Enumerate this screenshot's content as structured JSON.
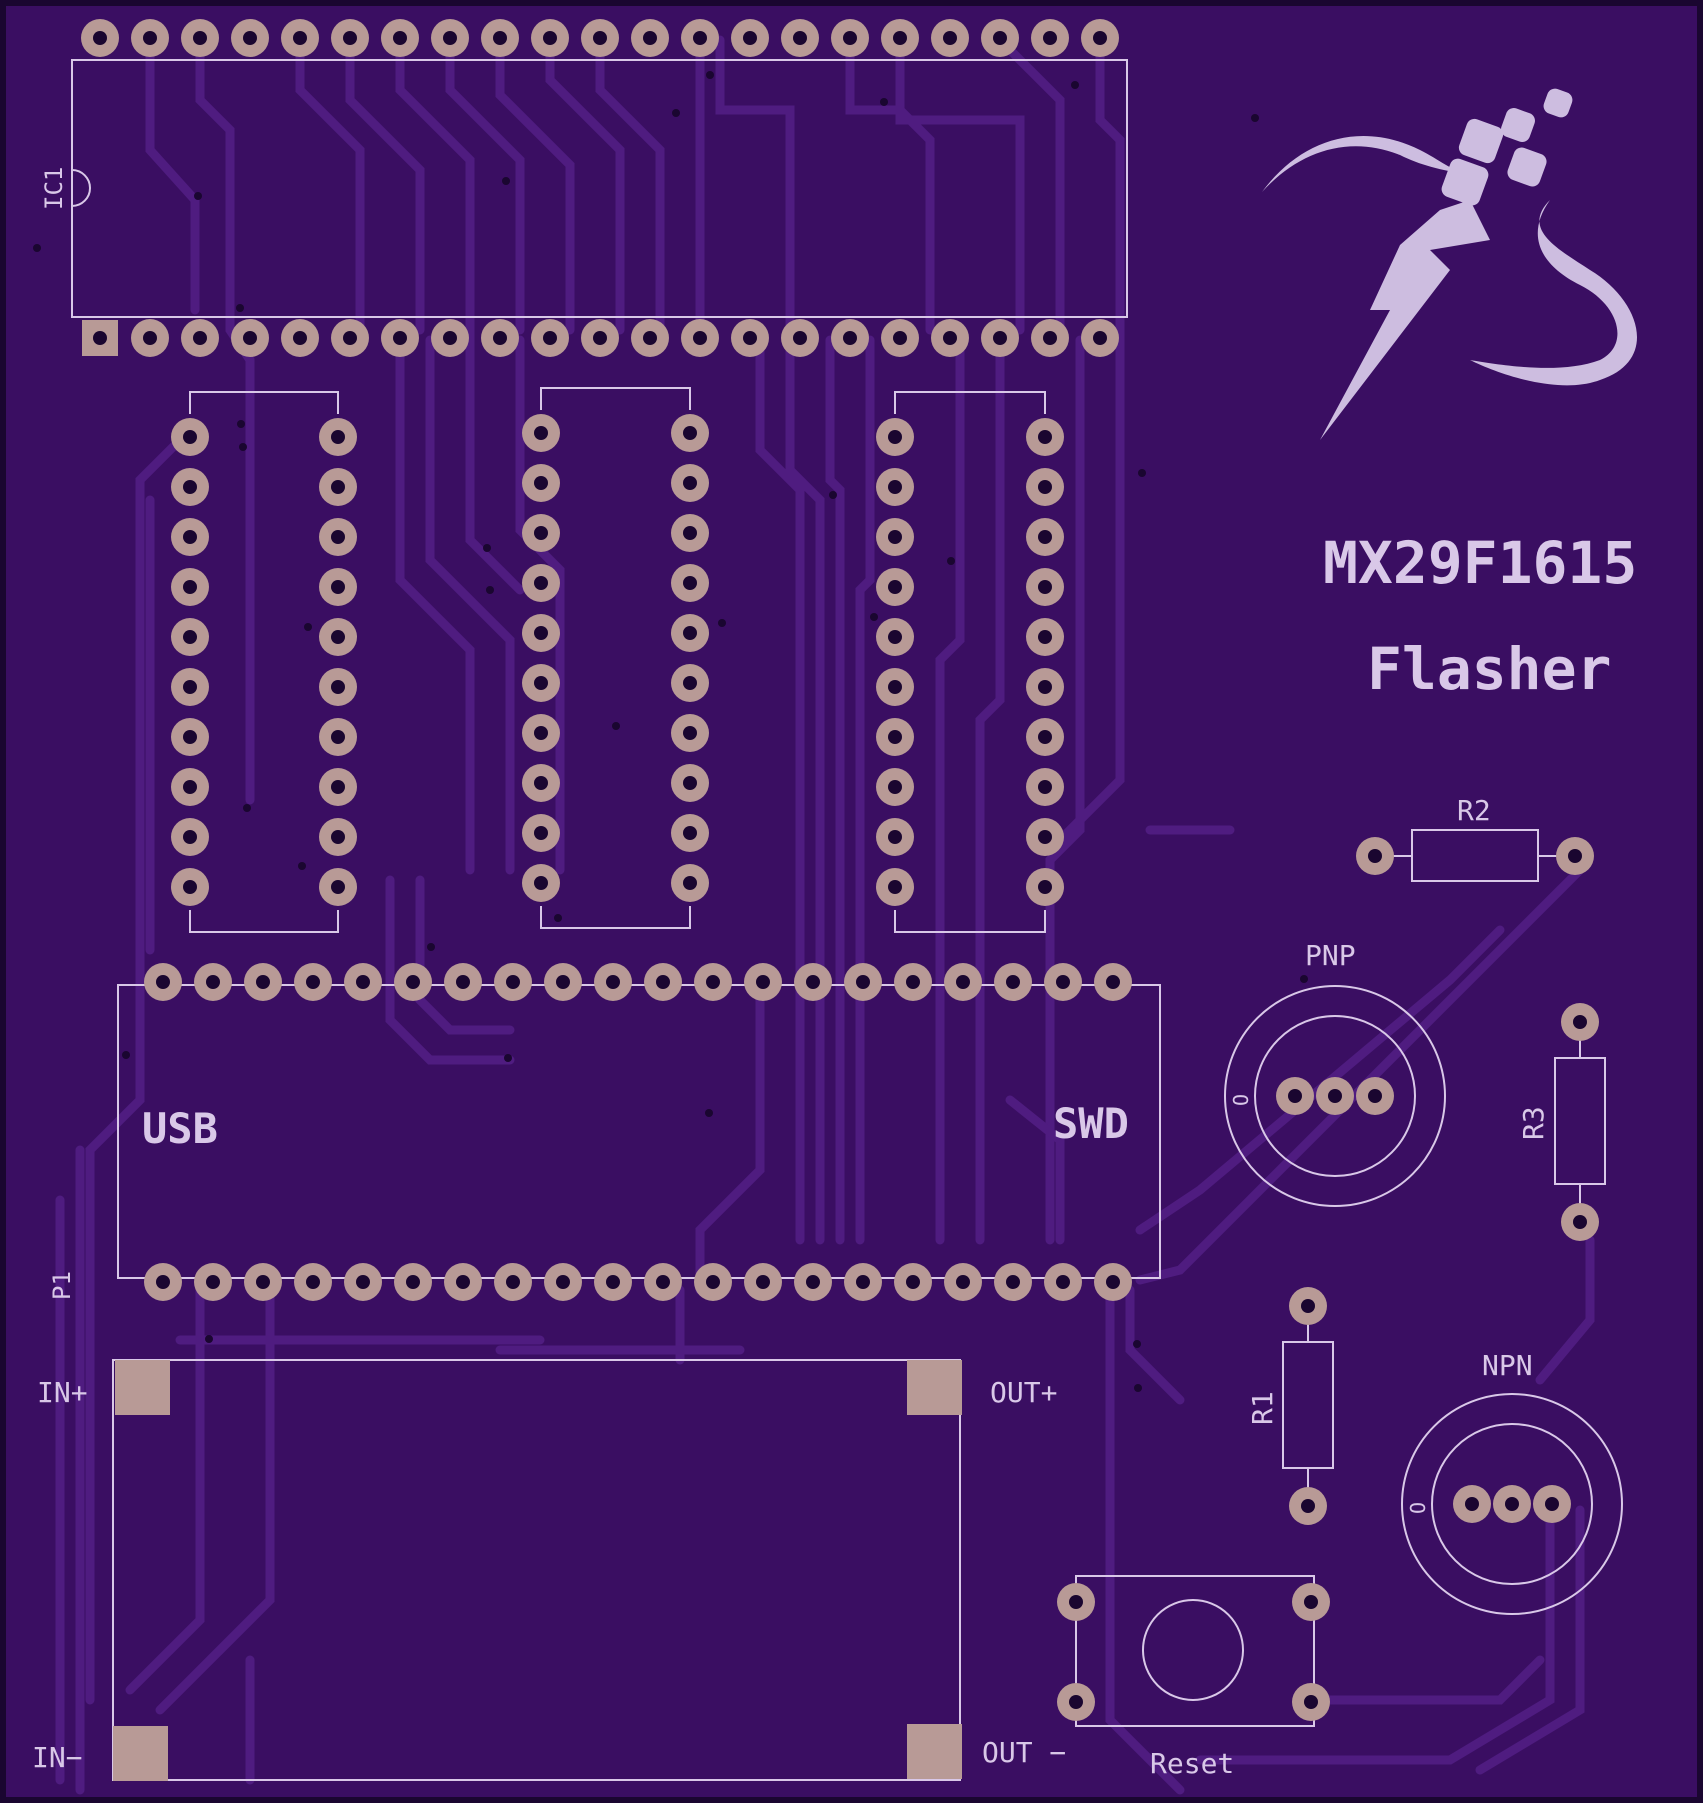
{
  "board": {
    "title_line1": "MX29F1615",
    "title_line2": "Flasher",
    "colors": {
      "board_edge": "#1a0630",
      "substrate": "#3a1060",
      "trace": "#4a1a78",
      "silk": "#d9c8e8",
      "pad": "#b89a96",
      "pad_ring": "#8a6a7a"
    }
  },
  "labels": {
    "ic1": "IC1",
    "p1": "P1",
    "usb": "USB",
    "swd": "SWD",
    "r1": "R1",
    "r2": "R2",
    "r3": "R3",
    "pnp": "PNP",
    "npn": "NPN",
    "in_plus": "IN+",
    "in_minus": "IN−",
    "out_plus": "OUT+",
    "out_minus": "OUT −",
    "reset": "Reset",
    "pnp_marker": "O",
    "npn_marker": "O"
  },
  "logo": {
    "icon": "lightning-bug-logo-icon"
  }
}
